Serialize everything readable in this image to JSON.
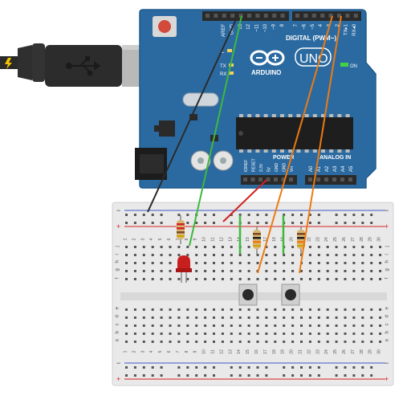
{
  "board": {
    "brand": "ARDUINO",
    "model": "UNO",
    "on_label": "ON",
    "tx_label": "TX",
    "rx_label": "RX",
    "l_label": "L",
    "header_top_left": [
      "AREF",
      "GND",
      "13",
      "12",
      "~11",
      "~10",
      "~9",
      "8"
    ],
    "header_top_right": [
      "7",
      "~6",
      "~5",
      "4",
      "~3",
      "2",
      "TX▸1",
      "RX◂0"
    ],
    "digital_label": "DIGITAL (PWM~)",
    "power_label": "POWER",
    "analog_label": "ANALOG IN",
    "power_pins": [
      "IOREF",
      "RESET",
      "3.3V",
      "5V",
      "GND",
      "GND",
      "Vin"
    ],
    "analog_pins": [
      "A0",
      "A1",
      "A2",
      "A3",
      "A4",
      "A5"
    ]
  },
  "breadboard": {
    "columns": 30,
    "rows_top": [
      "j",
      "i",
      "h",
      "g",
      "f"
    ],
    "rows_bottom": [
      "e",
      "d",
      "c",
      "b",
      "a"
    ],
    "rail_minus": "−",
    "rail_plus": "+"
  },
  "colors": {
    "board_blue": "#2b6aa0",
    "board_edge": "#1f5a8c",
    "header_black": "#2a2a2a",
    "wire_black": "#2b2b2b",
    "wire_green": "#3db93d",
    "wire_red": "#d22020",
    "wire_orange": "#ee7a10",
    "led_red": "#c81e1e",
    "breadboard": "#e9e9e9",
    "rail_red": "#d82020",
    "rail_blue": "#3a5ac8"
  },
  "components": {
    "usb_icon": "usb-icon",
    "usb_bolt": "bolt-icon",
    "infinity_logo": "infinity-icon"
  }
}
